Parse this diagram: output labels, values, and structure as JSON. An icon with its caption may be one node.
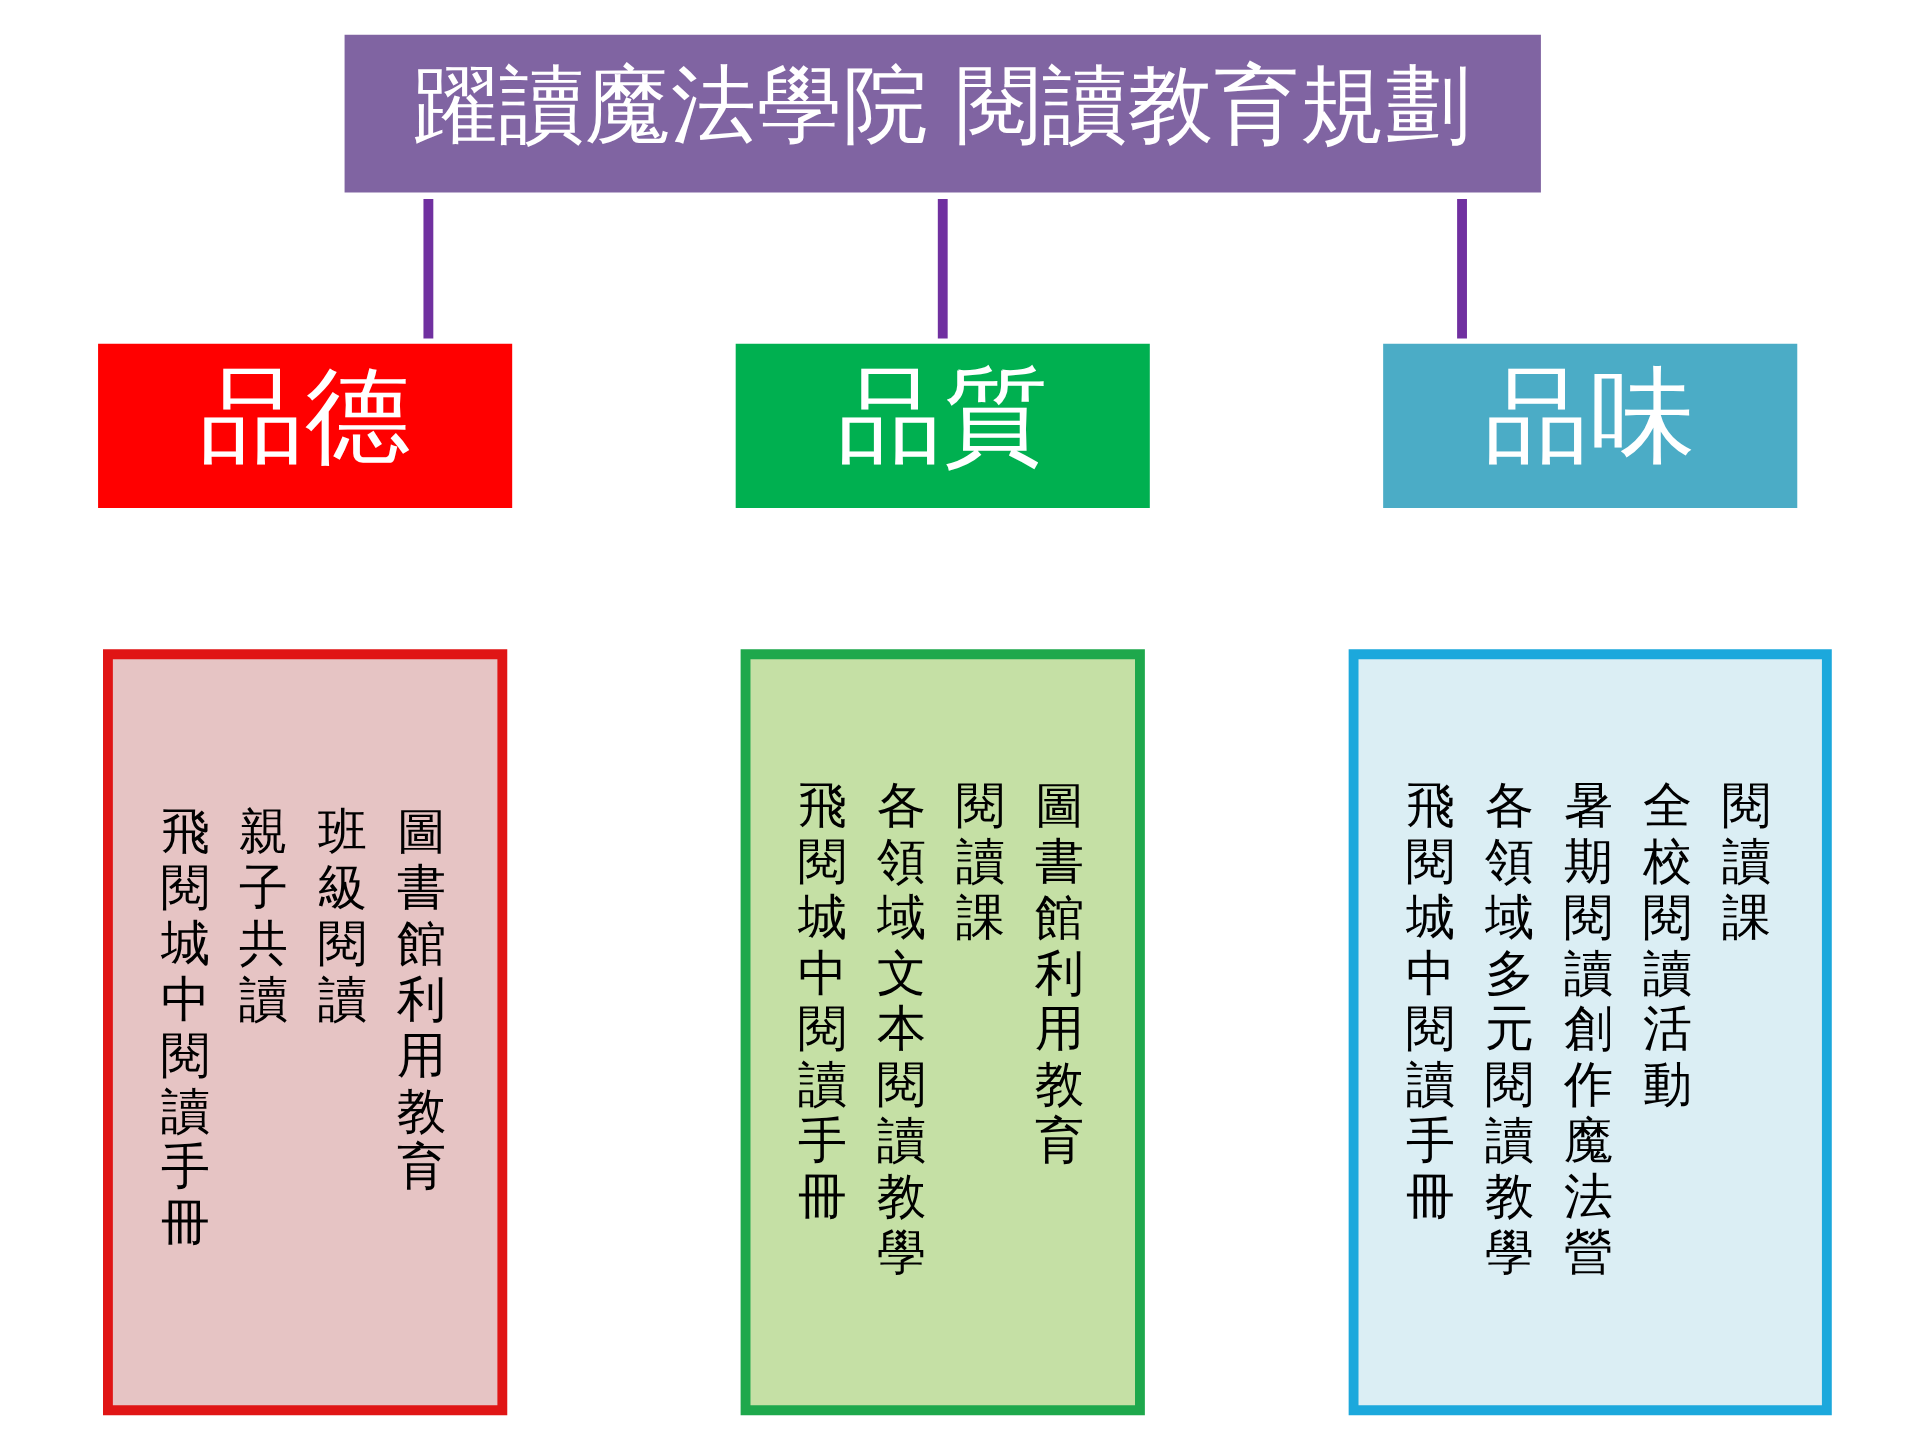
{
  "diagram": {
    "nodes": [
      {
        "text": [
          "躍讀魔法學院 閱讀教育規劃"
        ]
      },
      {
        "text": [
          "品德"
        ]
      },
      {
        "text": [
          "品質"
        ]
      },
      {
        "text": [
          "品味"
        ]
      },
      {
        "text": [
          "圖書館利用教育",
          "班級閱讀",
          "親子共讀",
          "飛閱城中閱讀手冊"
        ]
      },
      {
        "text": [
          "圖書館利用教育",
          "閱讀課",
          "各領域文本閱讀教學",
          "飛閱城中閱讀手冊"
        ]
      },
      {
        "text": [
          "閱讀課",
          "全校閱讀活動",
          "暑期閱讀創作魔法營",
          "各領域多元閱讀教學",
          "飛閱城中閱讀手冊"
        ]
      }
    ],
    "edges": [
      {
        "from": 0,
        "to": 1,
        "arrow": "none"
      },
      {
        "from": 0,
        "to": 2,
        "arrow": "none"
      },
      {
        "from": 0,
        "to": 3,
        "arrow": "none"
      }
    ]
  }
}
